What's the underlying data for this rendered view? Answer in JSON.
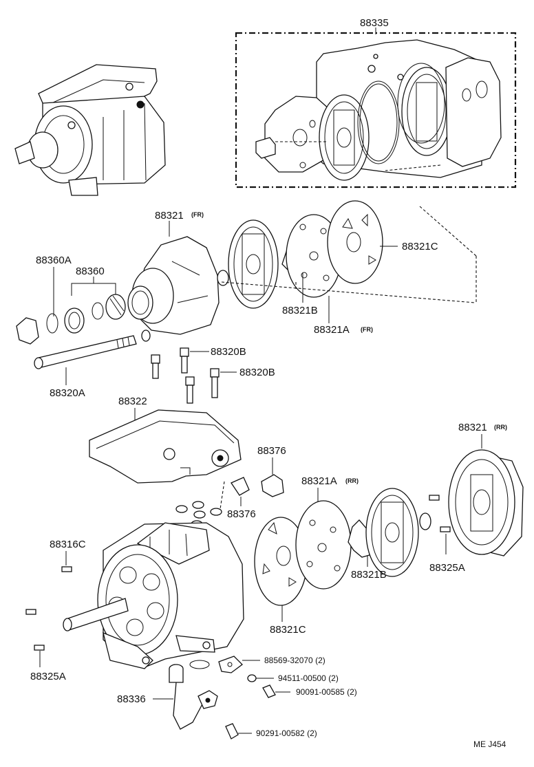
{
  "diagram": {
    "kit_label": "88335",
    "footer_code": "ME  J454",
    "labels": {
      "front_housing": "88321",
      "front_housing_tag": "(FR)",
      "cone_88360A": "88360A",
      "cone_88360": "88360",
      "plate_88321C_top": "88321C",
      "plate_88321B_top": "88321B",
      "plate_88321A_top": "88321A",
      "plate_88321A_top_tag": "(FR)",
      "bolt_88320B_1": "88320B",
      "bolt_88320B_2": "88320B",
      "bolt_88320A": "88320A",
      "head_88322": "88322",
      "valve_88376_1": "88376",
      "valve_88376_2": "88376",
      "plate_88321A_bot": "88321A",
      "plate_88321A_bot_tag": "(RR)",
      "rear_housing": "88321",
      "rear_housing_tag": "(RR)",
      "pin_88316C": "88316C",
      "pin_88325A_left": "88325A",
      "pin_88325A_right": "88325A",
      "plate_88321B_bot": "88321B",
      "plate_88321C_bot": "88321C",
      "sensor_88336": "88336"
    },
    "parts_list": [
      {
        "id": "88569-32070",
        "qty": "(2)"
      },
      {
        "id": "94511-00500",
        "qty": "(2)"
      },
      {
        "id": "90091-00585",
        "qty": "(2)"
      },
      {
        "id": "90291-00582",
        "qty": "(2)"
      }
    ]
  }
}
